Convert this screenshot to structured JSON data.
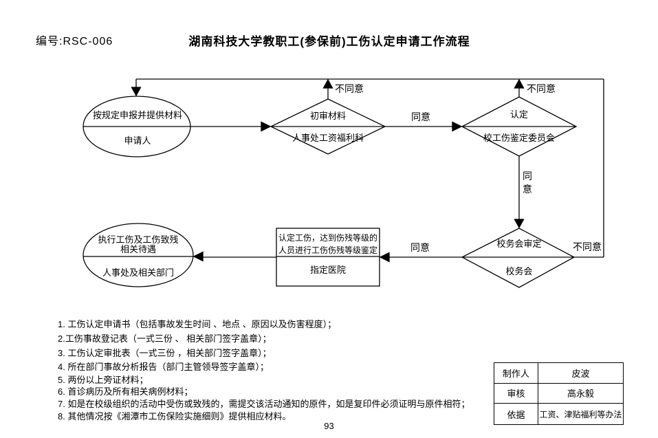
{
  "header": {
    "doc_number": "编号:RSC-006",
    "title": "湖南科技大学教职工(参保前)工伤认定申请工作流程"
  },
  "flowchart": {
    "line_color": "#000000",
    "nodes": {
      "applicant": {
        "action": "按规定申报并提供材料",
        "actor": "申请人"
      },
      "initial_review": {
        "action": "初审材料",
        "actor": "人事处工资福利科"
      },
      "determination": {
        "action": "认定",
        "actor": "校工伤鉴定委员会"
      },
      "council_review": {
        "action": "校务会审定",
        "actor": "校务会"
      },
      "hospital": {
        "action_line1": "认定工伤，达到伤残等级的",
        "action_line2": "人员进行工伤伤残等级鉴定",
        "actor": "指定医院"
      },
      "benefits": {
        "action_line1": "执行工伤及工伤致残",
        "action_line2": "相关待遇",
        "actor": "人事处及相关部门"
      }
    },
    "edge_labels": {
      "review_disagree": "不同意",
      "determine_disagree": "不同意",
      "council_disagree": "不同意",
      "review_agree": "同意",
      "determine_agree": "同意",
      "council_agree": "同意"
    }
  },
  "notes": [
    "1. 工伤认定申请书（包括事故发生时间 、地点 、原因以及伤害程度）；",
    "2.工伤事故登记表（一式三份 、 相关部门签字盖章）；",
    "3. 工伤认定审批表（一式三份 ，相关部门签字盖章）；",
    "4. 所在部门事故分析报告（部门主管领导签字盖章）；",
    "5. 两份以上旁证材料；",
    "6. 首诊病历及所有相关病例材料；",
    "7. 如是在校级组织的活动中受伤或致残的，需提交该活动通知的原件，如是复印件必须证明与原件相符；",
    "8. 其他情况按《湘潭市工伤保险实施细则》提供相应材料。"
  ],
  "info_table": {
    "rows": [
      {
        "label": "制作人",
        "value": "皮波"
      },
      {
        "label": "审核",
        "value": "高永毅"
      },
      {
        "label": "依据",
        "value": "工资、津贴福利等办法"
      }
    ]
  },
  "page_number": "93"
}
